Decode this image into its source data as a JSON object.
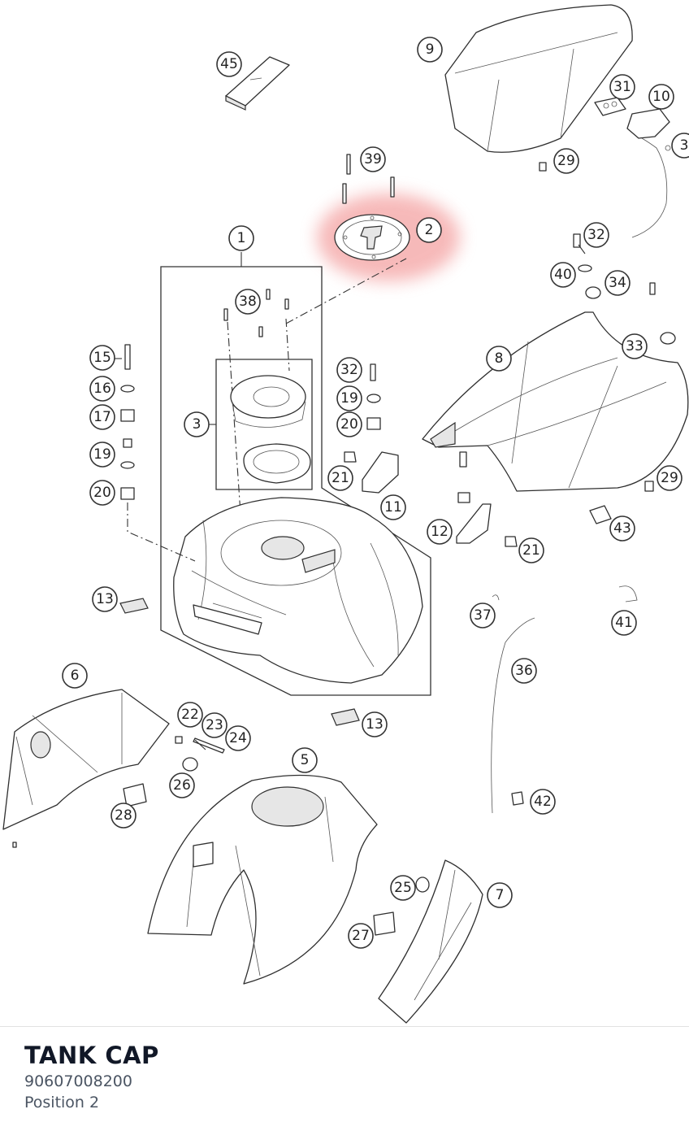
{
  "diagram": {
    "highlight_color": "#f08080",
    "highlighted_callout": "2",
    "callouts": [
      "45",
      "9",
      "31",
      "10",
      "3",
      "39",
      "29",
      "2",
      "1",
      "32",
      "40",
      "34",
      "38",
      "15",
      "16",
      "17",
      "19",
      "20",
      "32",
      "19",
      "20",
      "8",
      "33",
      "3",
      "21",
      "11",
      "12",
      "21",
      "29",
      "43",
      "13",
      "37",
      "41",
      "36",
      "6",
      "22",
      "23",
      "24",
      "13",
      "26",
      "28",
      "5",
      "25",
      "7",
      "27",
      "42"
    ]
  },
  "footer": {
    "part_name": "TANK CAP",
    "part_number": "90607008200",
    "position": "Position 2"
  }
}
